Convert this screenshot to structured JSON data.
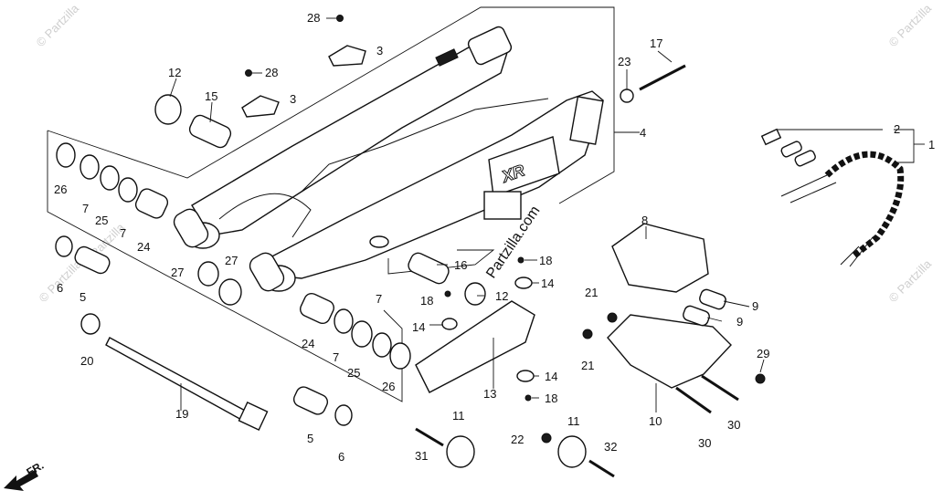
{
  "diagram": {
    "watermark": "© Partzilla",
    "brand_text": "Partzilla.com",
    "direction_label": "FR.",
    "swingarm_logo": "XR",
    "callouts": [
      {
        "id": "c1",
        "text": "1"
      },
      {
        "id": "c2",
        "text": "2"
      },
      {
        "id": "c3a",
        "text": "3"
      },
      {
        "id": "c3b",
        "text": "3"
      },
      {
        "id": "c4",
        "text": "4"
      },
      {
        "id": "c5a",
        "text": "5"
      },
      {
        "id": "c5b",
        "text": "5"
      },
      {
        "id": "c6a",
        "text": "6"
      },
      {
        "id": "c6b",
        "text": "6"
      },
      {
        "id": "c7a",
        "text": "7"
      },
      {
        "id": "c7b",
        "text": "7"
      },
      {
        "id": "c7c",
        "text": "7"
      },
      {
        "id": "c7d",
        "text": "7"
      },
      {
        "id": "c8",
        "text": "8"
      },
      {
        "id": "c9a",
        "text": "9"
      },
      {
        "id": "c9b",
        "text": "9"
      },
      {
        "id": "c10",
        "text": "10"
      },
      {
        "id": "c11a",
        "text": "11"
      },
      {
        "id": "c11b",
        "text": "11"
      },
      {
        "id": "c12a",
        "text": "12"
      },
      {
        "id": "c12b",
        "text": "12"
      },
      {
        "id": "c13",
        "text": "13"
      },
      {
        "id": "c14a",
        "text": "14"
      },
      {
        "id": "c14b",
        "text": "14"
      },
      {
        "id": "c14c",
        "text": "14"
      },
      {
        "id": "c15",
        "text": "15"
      },
      {
        "id": "c16",
        "text": "16"
      },
      {
        "id": "c17",
        "text": "17"
      },
      {
        "id": "c18a",
        "text": "18"
      },
      {
        "id": "c18b",
        "text": "18"
      },
      {
        "id": "c18c",
        "text": "18"
      },
      {
        "id": "c19",
        "text": "19"
      },
      {
        "id": "c20",
        "text": "20"
      },
      {
        "id": "c21a",
        "text": "21"
      },
      {
        "id": "c21b",
        "text": "21"
      },
      {
        "id": "c22",
        "text": "22"
      },
      {
        "id": "c23",
        "text": "23"
      },
      {
        "id": "c24a",
        "text": "24"
      },
      {
        "id": "c24b",
        "text": "24"
      },
      {
        "id": "c25a",
        "text": "25"
      },
      {
        "id": "c25b",
        "text": "25"
      },
      {
        "id": "c26a",
        "text": "26"
      },
      {
        "id": "c26b",
        "text": "26"
      },
      {
        "id": "c27a",
        "text": "27"
      },
      {
        "id": "c27b",
        "text": "27"
      },
      {
        "id": "c28a",
        "text": "28"
      },
      {
        "id": "c28b",
        "text": "28"
      },
      {
        "id": "c29",
        "text": "29"
      },
      {
        "id": "c30a",
        "text": "30"
      },
      {
        "id": "c30b",
        "text": "30"
      },
      {
        "id": "c31",
        "text": "31"
      },
      {
        "id": "c32",
        "text": "32"
      }
    ]
  }
}
